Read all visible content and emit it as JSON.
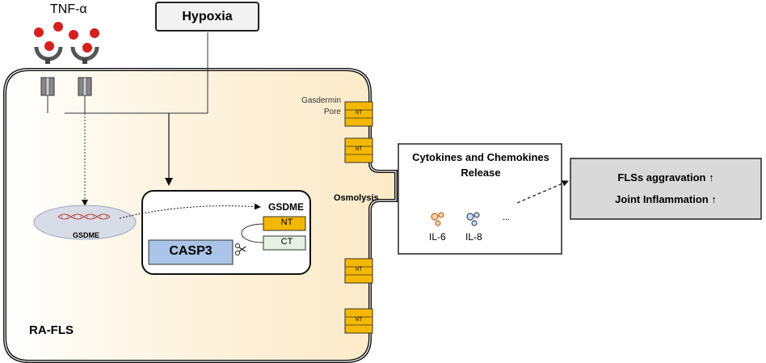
{
  "stimuli": {
    "tnf_label": "TNF-α",
    "hypoxia_label": "Hypoxia"
  },
  "cell": {
    "name": "RA-FLS",
    "pore_label": "Gasdermin Pore",
    "pore_unit_label": "NT",
    "osmolysis_label": "Osmolysis"
  },
  "gene": {
    "label": "GSDME"
  },
  "cleavage": {
    "protein_label": "GSDME",
    "nt_label": "NT",
    "ct_label": "CT",
    "enzyme_label": "CASP3"
  },
  "release": {
    "title": "Cytokines and Chemokines Release",
    "items": [
      "IL-6",
      "IL-8"
    ],
    "more": "..."
  },
  "outcomes": {
    "line1": "FLSs aggravation ↑",
    "line2": "Joint Inflammation ↑"
  },
  "colors": {
    "ligand": "#d61f1f",
    "cell_fill": "#fdf2dc",
    "pore_fill": "#f5b800",
    "casp3_fill": "#a9c4e6",
    "ct_fill": "#e5f1e3",
    "nucleus_fill": "#d8dce6",
    "outcome_fill": "#d9d9d9"
  }
}
